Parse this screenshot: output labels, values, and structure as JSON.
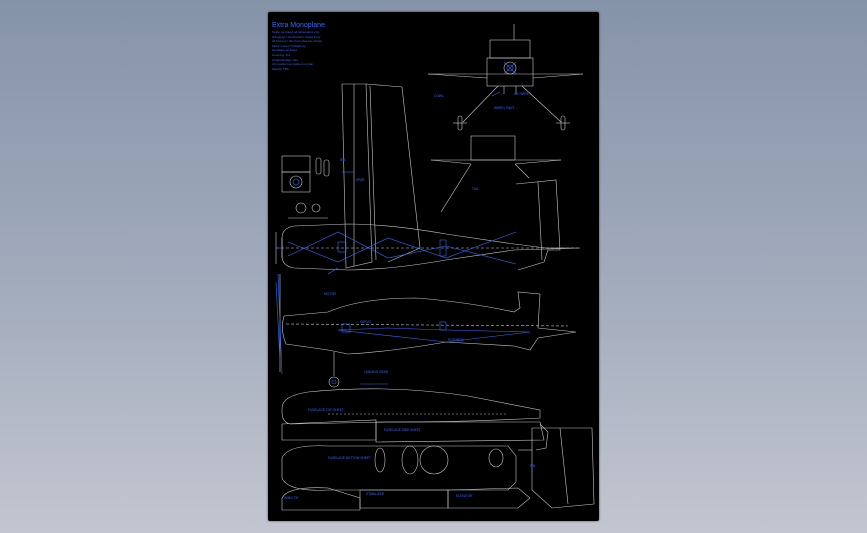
{
  "app": {
    "name": "CAD drawing viewer",
    "background_color": "#8a97ab",
    "sheet_color": "#000000"
  },
  "drawing": {
    "title": "Extra Monoplane",
    "notes": [
      "Scale: as noted, all dimensions mm",
      "Wingspan / construction: balsa & ply",
      "All formers / ribs from sheet as shown",
      "Motor mount / firewall ply",
      "Hardware as listed",
      "Covering: film",
      "Undercarriage: wire",
      "CG position as marked on plan",
      "Weight: TBA"
    ],
    "labels": {
      "front_view_cowl": "COWL",
      "front_view_gear": "WHEEL PANT",
      "front_view_under": "U/C WIRE",
      "rear_view_label": "TAIL",
      "wing_label_1": "RIB",
      "wing_label_2": "SPAR",
      "top_view_label": "MOTOR",
      "side_view_label": "SERVO",
      "side_view_label_2": "PUSHROD",
      "side_view_label_3": "LANDING GEAR",
      "part_1": "FUSELAGE TOP SHEET",
      "part_2": "FUSELAGE SIDE SHEET",
      "part_3": "FUSELAGE BOTTOM SHEET",
      "part_4": "FIN",
      "part_5": "WING TIP",
      "part_6": "STABILIZER",
      "part_7": "ELEVATOR"
    },
    "colors": {
      "outline": "#c8c8c8",
      "annotation": "#2f6bff",
      "hidden": "#ffffff"
    },
    "icons": [
      "engine-icon",
      "wheel-icon",
      "propeller-icon"
    ]
  }
}
